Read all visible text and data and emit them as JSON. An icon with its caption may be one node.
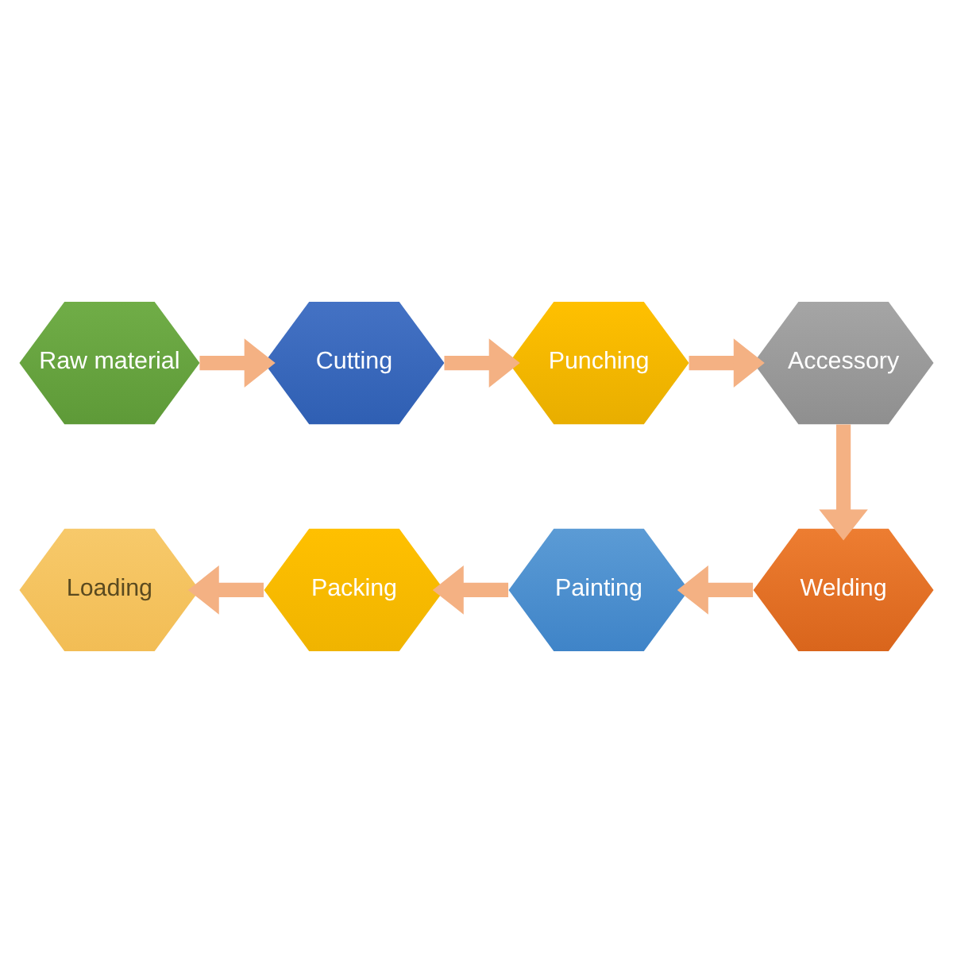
{
  "diagram": {
    "nodes": [
      {
        "text": [
          "Raw material"
        ]
      },
      {
        "text": [
          "Cutting"
        ]
      },
      {
        "text": [
          "Punching"
        ]
      },
      {
        "text": [
          "Accessory"
        ]
      },
      {
        "text": [
          "Welding"
        ]
      },
      {
        "text": [
          "Painting"
        ]
      },
      {
        "text": [
          "Packing"
        ]
      },
      {
        "text": [
          "Loading"
        ]
      }
    ],
    "edges": [
      {
        "from": 0,
        "to": 1,
        "arrow": "to"
      },
      {
        "from": 1,
        "to": 2,
        "arrow": "to"
      },
      {
        "from": 2,
        "to": 3,
        "arrow": "to"
      },
      {
        "from": 3,
        "to": 4,
        "arrow": "to"
      },
      {
        "from": 4,
        "to": 5,
        "arrow": "to"
      },
      {
        "from": 5,
        "to": 6,
        "arrow": "to"
      },
      {
        "from": 6,
        "to": 7,
        "arrow": "to"
      }
    ]
  }
}
